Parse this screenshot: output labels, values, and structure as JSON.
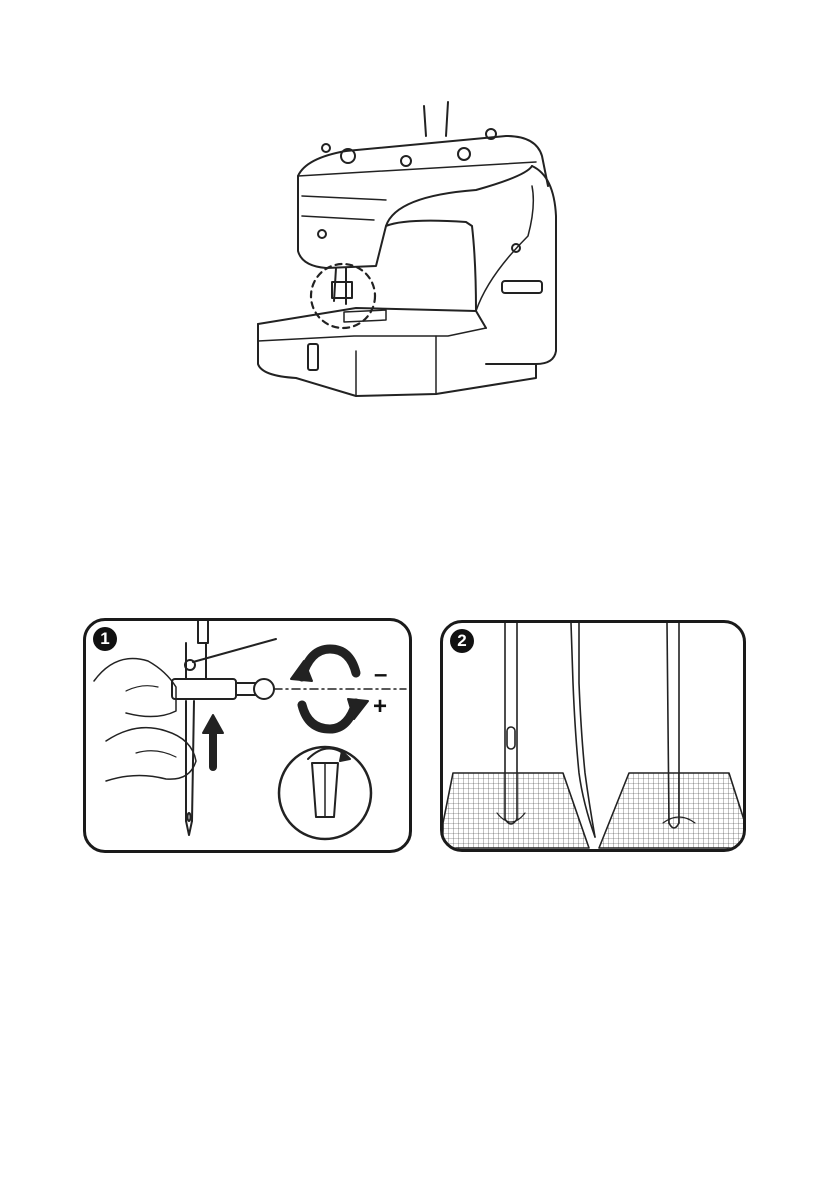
{
  "figure_machine": {
    "icon": "sewing-machine-illustration"
  },
  "panel_1": {
    "step_number": "1",
    "adjust_minus": "–",
    "adjust_plus": "+",
    "icons": [
      "needle-clamp-icon",
      "rotate-arrows-icon",
      "up-arrow-icon",
      "needle-flat-side-inset-icon"
    ]
  },
  "panel_2": {
    "step_number": "2",
    "icons": [
      "needle-in-fabric-icon",
      "bent-needle-icon",
      "needle-in-fabric-icon"
    ]
  }
}
